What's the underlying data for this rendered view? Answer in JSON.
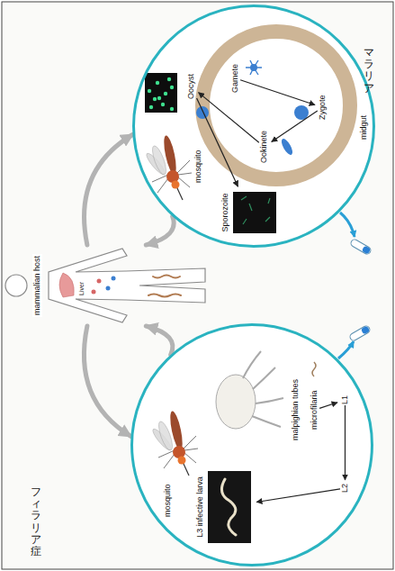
{
  "diagram": {
    "nodes": [
      {
        "text": [
          "mammalian host"
        ]
      },
      {
        "text": [
          "mosquito",
          "malpighian tubes"
        ]
      },
      {
        "text": [
          "microfilaria"
        ],
        "in": 1
      },
      {
        "text": [
          "L1"
        ],
        "in": 1
      },
      {
        "text": [
          "L2"
        ],
        "in": 1
      },
      {
        "text": [
          "L3 infective larva"
        ],
        "in": 1
      },
      {
        "text": [
          "mosquito",
          "midgut"
        ]
      },
      {
        "text": [
          "Gamete"
        ],
        "in": 6
      },
      {
        "text": [
          "Zygote"
        ],
        "in": 6
      },
      {
        "text": [
          "Ookinete"
        ],
        "in": 6
      },
      {
        "text": [
          "Oocyst"
        ],
        "in": 6
      },
      {
        "text": [
          "Sporozoite"
        ],
        "in": 6
      }
    ],
    "edges": [
      {
        "from": 2,
        "to": 3,
        "arrow": "to"
      },
      {
        "from": 3,
        "to": 4,
        "arrow": "to"
      },
      {
        "from": 4,
        "to": 5,
        "arrow": "to"
      },
      {
        "from": 7,
        "to": 8,
        "arrow": "to"
      },
      {
        "from": 8,
        "to": 9,
        "arrow": "to"
      },
      {
        "from": 9,
        "to": 10,
        "arrow": "to"
      },
      {
        "from": 10,
        "to": 11,
        "arrow": "to"
      },
      {
        "from": 0,
        "to": 1,
        "arrow": "to"
      },
      {
        "from": 1,
        "to": 0,
        "arrow": "to"
      },
      {
        "from": 0,
        "to": 6,
        "arrow": "to"
      },
      {
        "from": 6,
        "to": 0,
        "arrow": "to"
      }
    ],
    "labels": [
      "フィラリア症",
      "マラリア",
      "Liver"
    ]
  }
}
